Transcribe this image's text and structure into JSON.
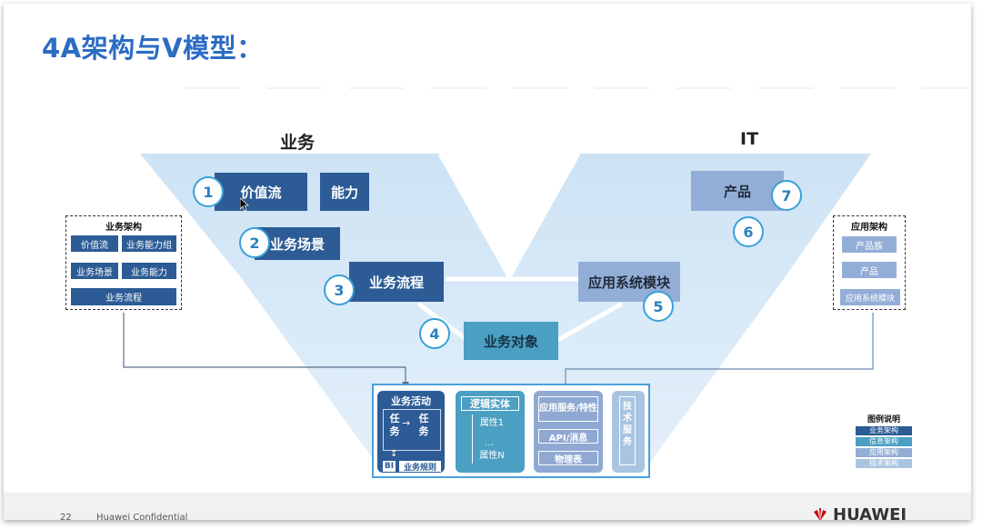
{
  "title": "4A架构与V模型：",
  "headers": {
    "business": "业务",
    "it": "IT"
  },
  "left_chain": {
    "value_stream": "价值流",
    "capability": "能力",
    "scenario": "业务场景",
    "process": "业务流程",
    "object": "业务对象"
  },
  "right_chain": {
    "product": "产品",
    "app_module": "应用系统模块"
  },
  "numbers": [
    "1",
    "2",
    "3",
    "4",
    "5",
    "6",
    "7"
  ],
  "left_legend_box": {
    "title": "业务架构",
    "items": [
      "价值流",
      "业务能力组",
      "业务场景",
      "业务能力",
      "业务流程"
    ]
  },
  "right_legend_box": {
    "title": "应用架构",
    "items": [
      "产品族",
      "产品",
      "应用系统模块"
    ]
  },
  "bottom": {
    "activity": {
      "title": "业务活动",
      "task1": "任务",
      "task2": "任务",
      "arrow": "→",
      "bi": "BI",
      "rules": "业务规则"
    },
    "entity": {
      "title": "逻辑实体",
      "attr1": "属性1",
      "ellipsis": "…",
      "attrN": "属性N"
    },
    "app": {
      "service": "应用服务/特性",
      "api": "API/消息",
      "table": "物理表"
    },
    "tech": {
      "label": "技术服务"
    }
  },
  "legend": {
    "title": "图例说明",
    "items": [
      {
        "label": "业务架构",
        "color": "#2c5b95"
      },
      {
        "label": "信息架构",
        "color": "#4a9fc3"
      },
      {
        "label": "应用架构",
        "color": "#93aed6"
      },
      {
        "label": "技术架构",
        "color": "#a9c4e0"
      }
    ]
  },
  "footer": {
    "page": "22",
    "confidential": "Huawei Confidential",
    "brand": "HUAWEI"
  },
  "colors": {
    "title": "#2b6cc4",
    "business_dark": "#2c5b95",
    "info_teal": "#4a9fc3",
    "app_light": "#93aed6",
    "v_fill": "#cfe4f5"
  }
}
